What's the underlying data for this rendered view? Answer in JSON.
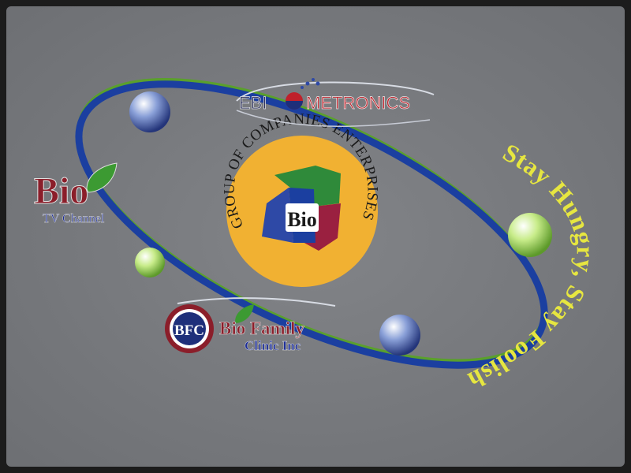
{
  "center_logo": {
    "ring_text": "GROUP OF COMPANIES ENTERPRISES",
    "badge": "Bio"
  },
  "slogan": "Stay Hungry, Stay Foolish",
  "logos": {
    "bio_tv": {
      "word": "Bio",
      "subtitle": "TV Channel"
    },
    "metronics": {
      "left": "EBI",
      "right": "METRONICS"
    },
    "bfc": {
      "badge": "BFC",
      "line1": "Bio Family",
      "line2": "Clinic Inc"
    }
  },
  "colors": {
    "mat_gray": "#7a7c80",
    "mat_border": "#1c1c1c",
    "orbit_blue": "#1b3fa0",
    "orbit_green": "#5aa02c",
    "circle_gold": "#f1b132",
    "slogan_yellow": "#e6e640",
    "maroon": "#8b1e2a",
    "navy": "#1e2f7a"
  }
}
